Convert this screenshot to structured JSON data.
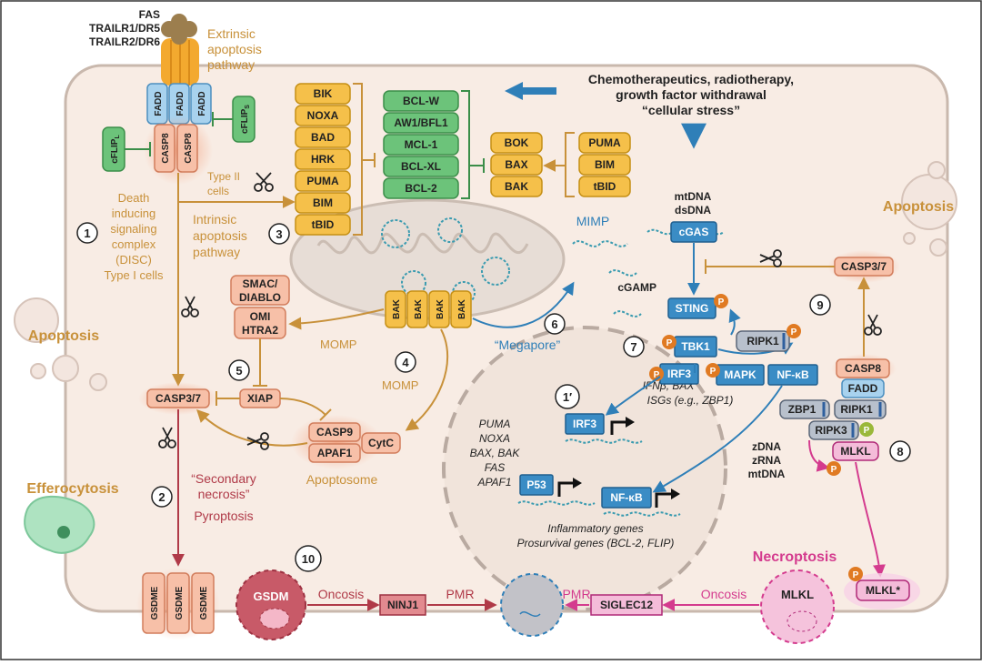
{
  "receptor": {
    "line1": "FAS",
    "line2": "TRAILR1/DR5",
    "line3": "TRAILR2/DR6"
  },
  "extrinsic": {
    "line1": "Extrinsic",
    "line2": "apoptosis",
    "line3": "pathway"
  },
  "fadd": "FADD",
  "casp8": "CASP8",
  "cflip_l": {
    "base": "cFLIP",
    "sub": "L"
  },
  "cflip_s": {
    "base": "cFLIP",
    "sub": "S"
  },
  "type2": {
    "line1": "Type II",
    "line2": "cells"
  },
  "disc": {
    "l1": "Death",
    "l2": "inducing",
    "l3": "signaling",
    "l4": "complex",
    "l5": "(DISC)",
    "l6": "Type I cells"
  },
  "intrinsic": {
    "l1": "Intrinsic",
    "l2": "apoptosis",
    "l3": "pathway"
  },
  "bh3_list": [
    "BIK",
    "NOXA",
    "BAD",
    "HRK",
    "PUMA",
    "BIM",
    "tBID"
  ],
  "antiapoptotic": [
    "BCL-W",
    "AW1/BFL1",
    "MCL-1",
    "BCL-XL",
    "BCL-2"
  ],
  "effectors": [
    "BOK",
    "BAX",
    "BAK"
  ],
  "activators": [
    "PUMA",
    "BIM",
    "tBID"
  ],
  "stress": {
    "l1": "Chemotherapeutics, radiotherapy,",
    "l2": "growth factor withdrawal",
    "l3": "“cellular stress”"
  },
  "cgas_labels": {
    "mtdna": "mtDNA",
    "dsdna": "dsDNA",
    "cgas": "cGAS",
    "cgamp": "cGAMP",
    "sting": "STING"
  },
  "mimp": "MIMP",
  "apoptosis_label": "Apoptosis",
  "casp37": "CASP3/7",
  "smac": {
    "l1": "SMAC/",
    "l2": "DIABLO"
  },
  "omi": {
    "l1": "OMI",
    "l2": "HTRA2"
  },
  "bak": "BAK",
  "momp": "MOMP",
  "megapore": "“Megapore”",
  "xiap": "XIAP",
  "casp9": "CASP9",
  "apaf1": "APAF1",
  "cytc": "CytC",
  "apoptosome": "Apoptosome",
  "secondary": {
    "l1": "“Secondary",
    "l2": "necrosis”",
    "l3": "Pyroptosis"
  },
  "efferocytosis": "Efferocytosis",
  "nucleus": {
    "irf3": "IRF3",
    "p53": "P53",
    "nfkb": "NF-κB",
    "p53_targets": [
      "PUMA",
      "NOXA",
      "BAX, BAK",
      "FAS",
      "APAF1"
    ],
    "irf3_targets": {
      "l1": "IFNβ, BAX",
      "l2": "ISGs (e.g., ZBP1)"
    },
    "genes": {
      "l1": "Inflammatory genes",
      "l2": "Prosurvival genes (BCL-2, FLIP)"
    }
  },
  "signaling": {
    "tbk1": "TBK1",
    "ripk1": "RIPK1",
    "mapk": "MAPK",
    "nfkb": "NF-κB",
    "p": "P"
  },
  "necroptosis": {
    "casp8": "CASP8",
    "fadd": "FADD",
    "zbp1": "ZBP1",
    "ripk1": "RIPK1",
    "ripk3": "RIPK3",
    "mlkl": "MLKL",
    "mlkl_star": "MLKL*",
    "nucleic": [
      "zDNA",
      "zRNA",
      "mtDNA"
    ],
    "label": "Necroptosis"
  },
  "bottom": {
    "gsdme": "GSDME",
    "gsdm": "GSDM",
    "oncosis": "Oncosis",
    "ninj1": "NINJ1",
    "pmr": "PMR",
    "siglec12": "SIGLEC12",
    "mlkl": "MLKL"
  },
  "steps": [
    "1",
    "2",
    "3",
    "4",
    "5",
    "6",
    "7",
    "8",
    "9",
    "10",
    "1′"
  ],
  "colors": {
    "tan": "#c8913a",
    "blue": "#2f7fb8",
    "red": "#b03a48",
    "pink": "#d43b8e",
    "green": "#5fbf6a",
    "yellow": "#f5c04a",
    "salmon": "#f7c0a8",
    "cell": "#f8ece4"
  }
}
